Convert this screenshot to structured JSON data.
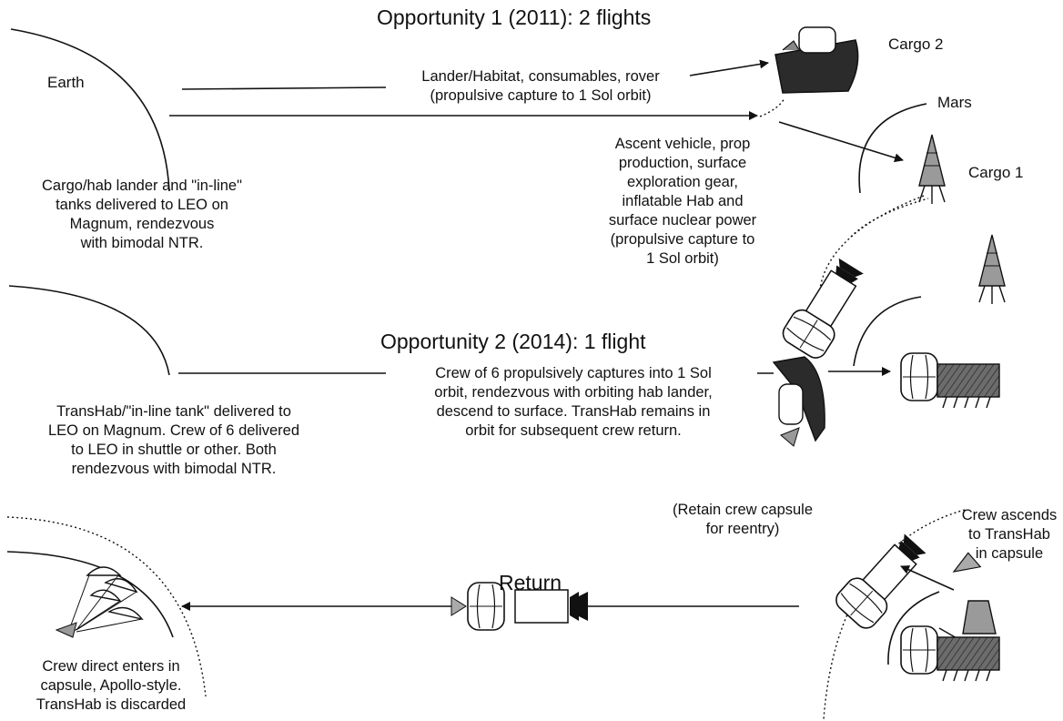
{
  "headings": {
    "opportunity1": "Opportunity 1 (2011):  2 flights",
    "opportunity2": "Opportunity 2 (2014):  1 flight",
    "return": "Return"
  },
  "labels": {
    "earth": "Earth",
    "mars": "Mars",
    "cargo2": "Cargo 2",
    "cargo1": "Cargo 1"
  },
  "notes": {
    "cargo2_payload": [
      "Lander/Habitat, consumables, rover",
      "(propulsive capture to 1 Sol orbit)"
    ],
    "cargo1_payload": [
      "Ascent vehicle, prop",
      "production, surface",
      "exploration gear,",
      "inflatable Hab and",
      "surface nuclear power",
      "(propulsive capture to",
      "1 Sol orbit)"
    ],
    "opp1_leo": [
      "Cargo/hab lander and \"in-line\"",
      "tanks delivered to LEO on",
      "Magnum, rendezvous",
      "with bimodal NTR."
    ],
    "opp2_leo": [
      "TransHab/\"in-line tank\" delivered to",
      "LEO on Magnum. Crew of 6 delivered",
      "to LEO in shuttle or other. Both",
      "rendezvous with bimodal NTR."
    ],
    "opp2_crew": [
      "Crew of 6 propulsively captures into  1 Sol",
      "orbit, rendezvous with orbiting hab lander,",
      "descend to surface. TransHab remains in",
      "orbit for subsequent crew return."
    ],
    "retain_capsule": [
      "(Retain crew capsule",
      "for reentry)"
    ],
    "crew_ascends": [
      "Crew ascends",
      "to TransHab",
      "in capsule"
    ],
    "direct_entry": [
      "Crew direct enters in",
      "capsule, Apollo-style.",
      "TransHab is discarded"
    ]
  },
  "colors": {
    "ink": "#111111",
    "dark_hull": "#2b2b2b",
    "lander_gray": "#8c8c8c",
    "cone_gray": "#9a9a9a"
  },
  "icons": [
    "earth-arc",
    "mars-arc",
    "cargo-lander",
    "ascent-vehicle",
    "transhab-vehicle",
    "crew-capsule",
    "aerobrake-shell",
    "parachute-capsule"
  ]
}
